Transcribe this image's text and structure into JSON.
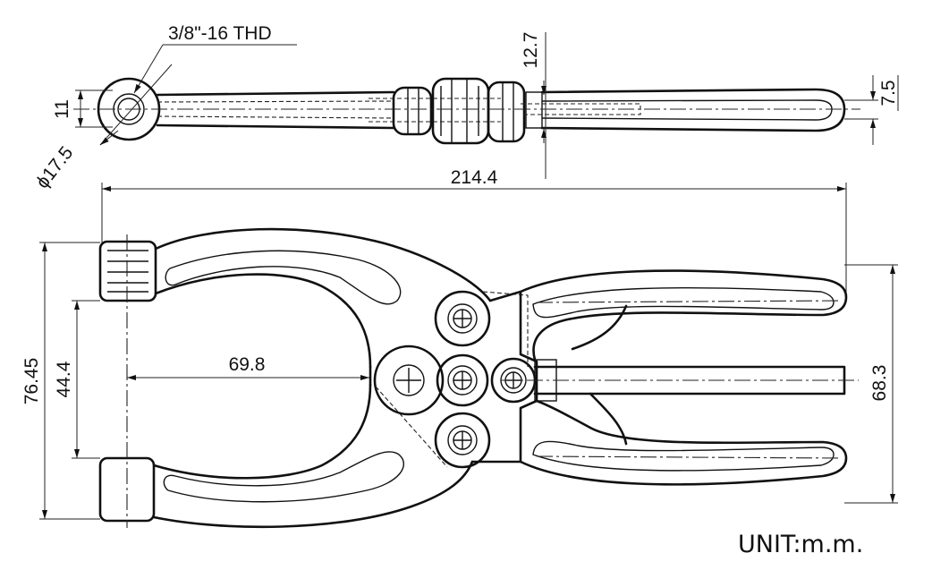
{
  "drawing": {
    "labels": {
      "thread": "3/8\"-16 THD",
      "hole_diameter": "ϕ17.5",
      "dim_11": "11",
      "dim_12_7": "12.7",
      "dim_7_5": "7.5",
      "overall_length": "214.4",
      "dim_76_45": "76.45",
      "dim_44_4": "44.4",
      "dim_69_8": "69.8",
      "dim_68_3": "68.3"
    },
    "unit": "UNIT:m.m."
  }
}
